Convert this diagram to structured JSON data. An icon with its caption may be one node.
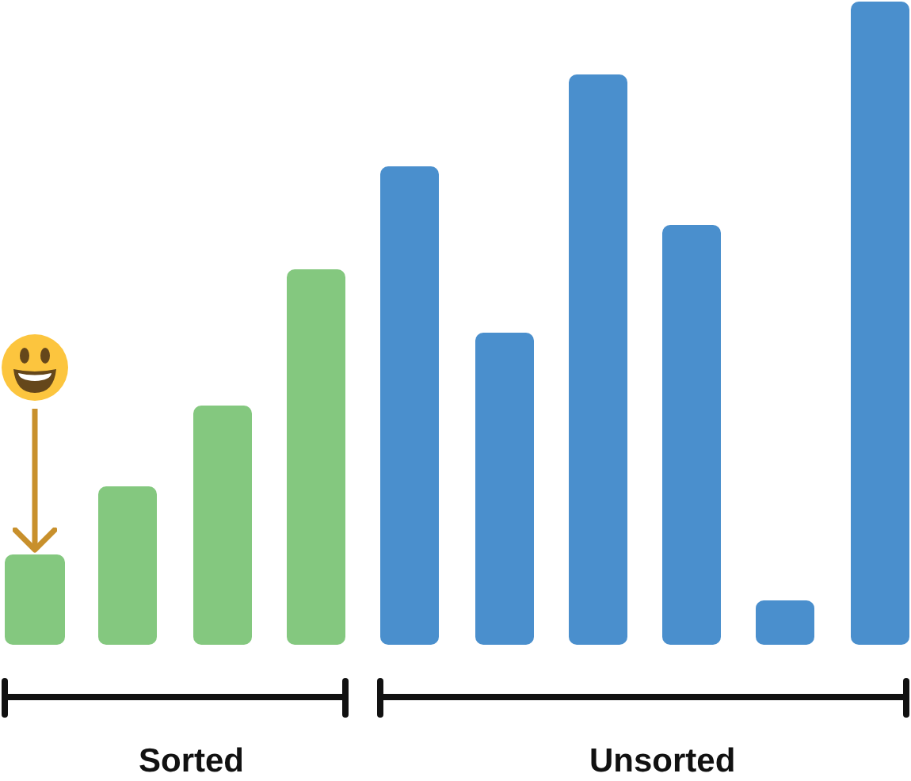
{
  "diagram": {
    "nodes": [
      {
        "text": [],
        "shape": "picture"
      },
      {
        "text": [],
        "shape": "bar"
      },
      {
        "text": [],
        "shape": "bar"
      },
      {
        "text": [],
        "shape": "bar"
      },
      {
        "text": [],
        "shape": "bar"
      },
      {
        "text": [],
        "shape": "bar"
      },
      {
        "text": [],
        "shape": "bar"
      },
      {
        "text": [],
        "shape": "bar"
      },
      {
        "text": [],
        "shape": "bar"
      },
      {
        "text": [],
        "shape": "bar"
      },
      {
        "text": [],
        "shape": "bar"
      }
    ],
    "edges": [
      {
        "from": 0,
        "to": 1,
        "arrow": "to"
      }
    ],
    "labels": [
      "Sorted",
      "Unsorted"
    ]
  }
}
